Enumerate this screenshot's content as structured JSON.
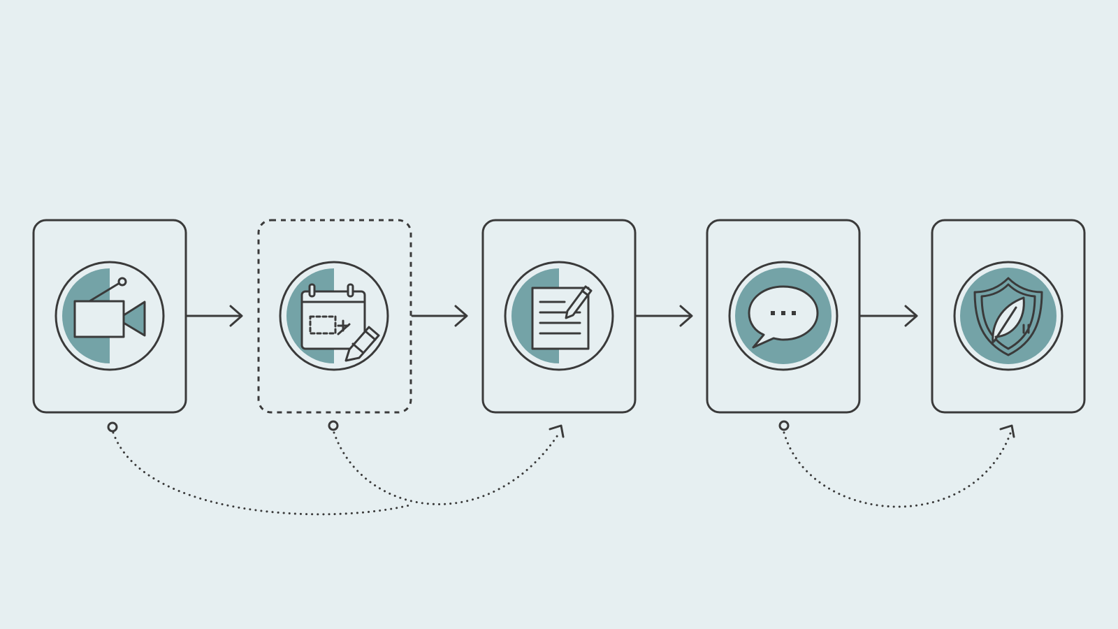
{
  "diagram": {
    "colors": {
      "background": "#e6eff1",
      "stroke": "#3a3a3a",
      "accent_fill": "#74a3a7",
      "card_fill": "#e6eff1"
    },
    "steps": [
      {
        "icon": "video-camera-icon",
        "border": "solid",
        "accent": "left-partial"
      },
      {
        "icon": "calendar-edit-icon",
        "border": "dashed",
        "accent": "left-half"
      },
      {
        "icon": "document-edit-icon",
        "border": "solid",
        "accent": "left-half"
      },
      {
        "icon": "chat-bubble-icon",
        "border": "solid",
        "accent": "full"
      },
      {
        "icon": "shield-leaf-icon",
        "border": "solid",
        "accent": "full"
      }
    ],
    "flow_arrows": [
      {
        "from": 1,
        "to": 2
      },
      {
        "from": 2,
        "to": 3
      },
      {
        "from": 3,
        "to": 4
      },
      {
        "from": 4,
        "to": 5
      }
    ],
    "feedback_connectors": [
      {
        "from": 1,
        "to": 3,
        "style": "dotted"
      },
      {
        "from": 2,
        "to": 3,
        "style": "dotted"
      },
      {
        "from": 4,
        "to": 5,
        "style": "dotted"
      }
    ]
  }
}
